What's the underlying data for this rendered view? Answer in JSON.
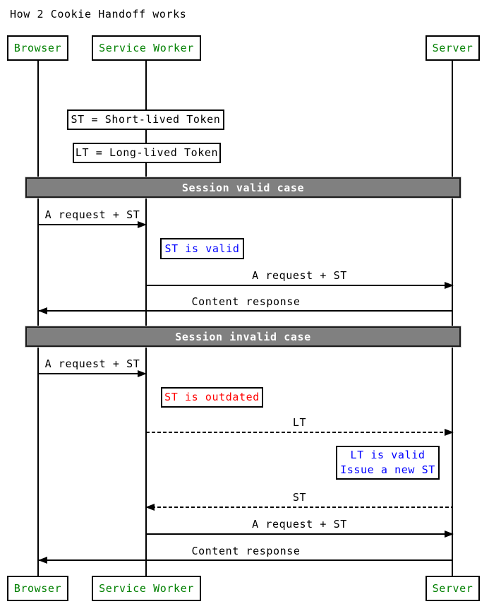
{
  "title": "How 2 Cookie Handoff works",
  "colors": {
    "actor_text": "#008000",
    "info_note_text": "#0000ff",
    "error_note_text": "#ff0000",
    "divider_background": "#808080",
    "divider_text": "#ffffff",
    "line": "#000000"
  },
  "actors": {
    "browser": "Browser",
    "service_worker": "Service Worker",
    "server": "Server"
  },
  "legend_notes": [
    {
      "label": "ST = Short-lived Token"
    },
    {
      "label": "LT = Long-lived Token"
    }
  ],
  "dividers": [
    {
      "label": "Session valid case"
    },
    {
      "label": "Session invalid case"
    }
  ],
  "messages": [
    {
      "label": "A request + ST",
      "from": "Browser",
      "to": "Service Worker",
      "style": "solid"
    },
    {
      "label": "A request + ST",
      "from": "Service Worker",
      "to": "Server",
      "style": "solid"
    },
    {
      "label": "Content response",
      "from": "Server",
      "to": "Browser",
      "style": "solid"
    },
    {
      "label": "A request + ST",
      "from": "Browser",
      "to": "Service Worker",
      "style": "solid"
    },
    {
      "label": "LT",
      "from": "Service Worker",
      "to": "Server",
      "style": "dashed"
    },
    {
      "label": "ST",
      "from": "Server",
      "to": "Service Worker",
      "style": "dashed"
    },
    {
      "label": "A request + ST",
      "from": "Service Worker",
      "to": "Server",
      "style": "solid"
    },
    {
      "label": "Content response",
      "from": "Server",
      "to": "Browser",
      "style": "solid"
    }
  ],
  "state_notes": [
    {
      "label": "ST is valid",
      "color": "#0000ff"
    },
    {
      "label": "ST is outdated",
      "color": "#ff0000"
    },
    {
      "lines": [
        "LT is valid",
        "Issue a new ST"
      ],
      "color": "#0000ff"
    }
  ]
}
